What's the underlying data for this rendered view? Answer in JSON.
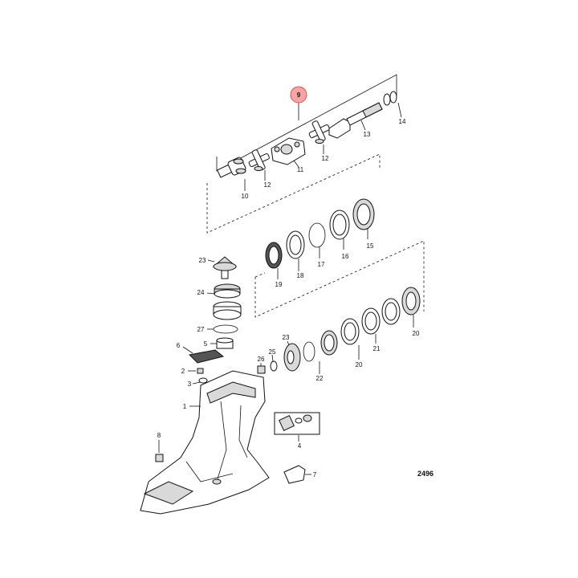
{
  "diagram": {
    "figure_number": "2496",
    "highlighted_callout": "9",
    "highlight_color": "#f4a6a6",
    "highlight_stroke": "#d9534f",
    "callouts": {
      "c1": "1",
      "c2": "2",
      "c3": "3",
      "c4": "4",
      "c5": "5",
      "c6": "6",
      "c7": "7",
      "c8": "8",
      "c10": "10",
      "c11": "11",
      "c12a": "12",
      "c12b": "12",
      "c13": "13",
      "c14": "14",
      "c15": "15",
      "c16": "16",
      "c17": "17",
      "c18": "18",
      "c19": "19",
      "c20a": "20",
      "c20b": "20",
      "c21": "21",
      "c22": "22",
      "c23a": "23",
      "c23b": "23",
      "c24": "24",
      "c25": "25",
      "c26": "26",
      "c27": "27"
    }
  }
}
